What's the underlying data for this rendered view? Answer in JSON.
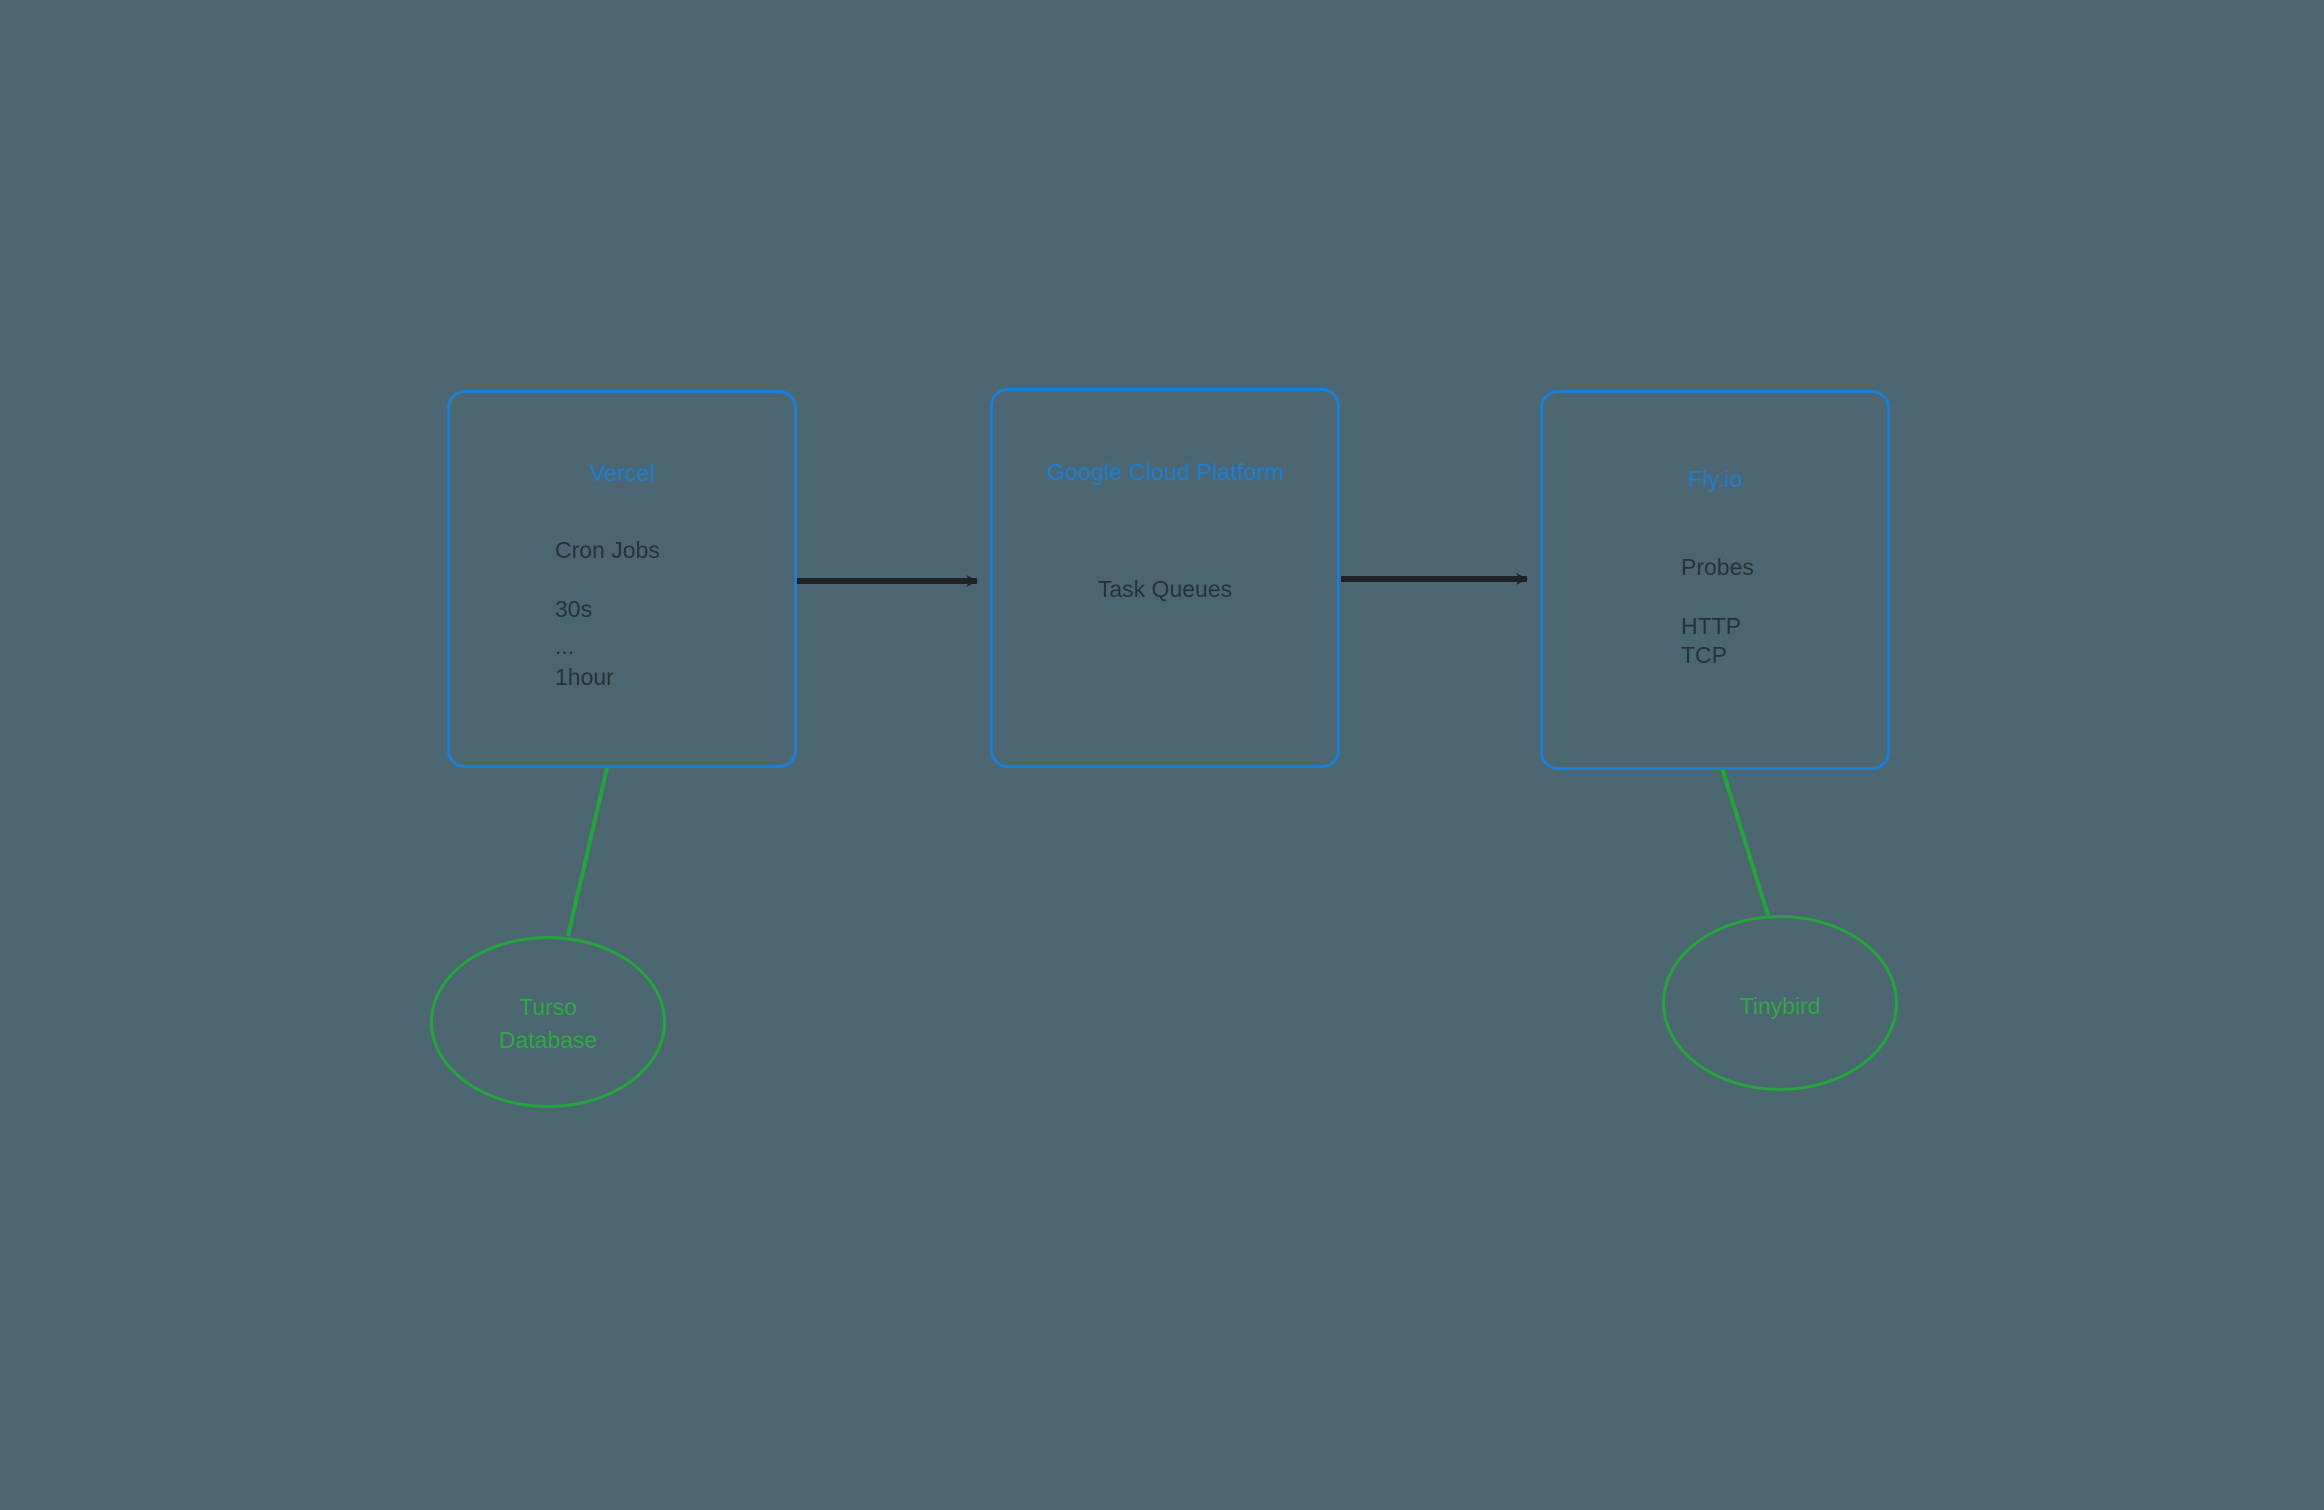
{
  "diagram": {
    "background_color": "#4b6670",
    "box_border_color": "#1a7fd4",
    "box_title_color": "#1a7fd4",
    "body_text_color": "#263238",
    "ellipse_color": "#22a53a",
    "ellipse_text_color": "#2faa45",
    "arrow_color": "#1f2326",
    "nodes": [
      {
        "id": "vercel",
        "shape": "rounded-rect",
        "title": "Vercel",
        "lines": [
          "Cron Jobs",
          "30s",
          "...",
          "1hour"
        ]
      },
      {
        "id": "gcp",
        "shape": "rounded-rect",
        "title": "Google Cloud Platform",
        "lines": [
          "Task Queues"
        ]
      },
      {
        "id": "flyio",
        "shape": "rounded-rect",
        "title": "Fly.io",
        "lines": [
          "Probes",
          "HTTP",
          "TCP"
        ]
      },
      {
        "id": "turso",
        "shape": "ellipse",
        "label_lines": [
          "Turso",
          "Database"
        ]
      },
      {
        "id": "tinybird",
        "shape": "ellipse",
        "label_lines": [
          "Tinybird"
        ]
      }
    ],
    "edges": [
      {
        "from": "vercel",
        "to": "gcp",
        "style": "arrow",
        "color": "#1f2326"
      },
      {
        "from": "gcp",
        "to": "flyio",
        "style": "arrow",
        "color": "#1f2326"
      },
      {
        "from": "vercel",
        "to": "turso",
        "style": "line",
        "color": "#22a53a"
      },
      {
        "from": "flyio",
        "to": "tinybird",
        "style": "line",
        "color": "#22a53a"
      }
    ]
  },
  "vercel": {
    "title": "Vercel",
    "line1": "Cron Jobs",
    "line2": "30s",
    "line3": "...",
    "line4": "1hour"
  },
  "gcp": {
    "title": "Google Cloud Platform",
    "line1": "Task Queues"
  },
  "flyio": {
    "title": "Fly.io",
    "line1": "Probes",
    "line2": "HTTP",
    "line3": "TCP"
  },
  "turso": {
    "line1": "Turso",
    "line2": "Database"
  },
  "tinybird": {
    "line1": "Tinybird"
  }
}
